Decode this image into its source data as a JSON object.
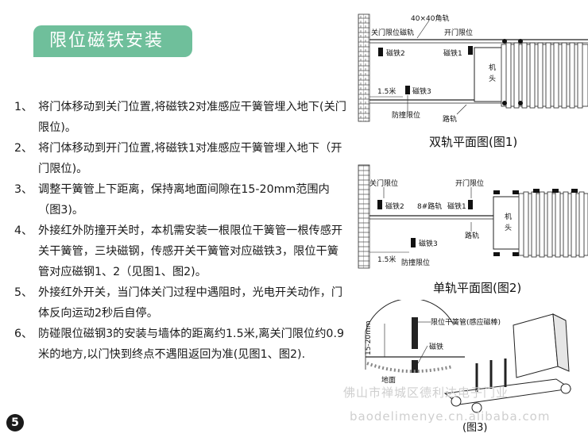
{
  "page": {
    "title": "限位磁铁安装",
    "page_number": "5"
  },
  "steps": [
    {
      "num": "1、",
      "text": "将门体移动到关门位置,将磁铁2对准感应干簧管埋入地下(关门限位)。"
    },
    {
      "num": "2、",
      "text": "将门体移动到开门位置,将磁铁1对准感应干簧管埋入地下（开门限位)。"
    },
    {
      "num": "3、",
      "text": "调整干簧管上下距离，保持离地面间隙在15-20mm范围内（图3)。"
    },
    {
      "num": "4、",
      "text": "外接红外防撞开关时，本机需安装一根限位干簧管一根传感开关干簧管，三块磁钢，传感开关干簧管对应磁铁3，限位干簧管对应磁钢1、2（见图1、图2)。"
    },
    {
      "num": "5、",
      "text": "外接红外开关，当门体关门过程中遇阻时，光电开关动作，门体反向运动2秒后自停。"
    },
    {
      "num": "6、",
      "text": "防碰限位磁钢3的安装与墙体的距离约1.5米,离关门限位约0.9米的地方,以门快到终点不遇阻返回为准(见图1、图2)."
    }
  ],
  "fig1": {
    "caption": "双轨平面图(图1)",
    "angle_rail": "40×40角轨",
    "close_limit_rail": "关门限位磁轨",
    "open_limit": "开门限位",
    "magnet1": "磁铁1",
    "magnet2": "磁铁2",
    "magnet3": "磁铁3",
    "distance": "1.5米",
    "bump_limit": "防撞限位",
    "road_rail": "路轨",
    "machine_head": [
      "机",
      "头"
    ]
  },
  "fig2": {
    "caption": "单轨平面图(图2)",
    "close_limit": "关门限位",
    "open_limit": "开门限位",
    "magnet1": "磁铁1",
    "magnet2": "磁铁2",
    "magnet3": "磁铁3",
    "road_8": "8#路轨",
    "road_rail": "路轨",
    "distance": "1.5米",
    "bump_limit": "防撞限位",
    "machine_head": [
      "机",
      "头"
    ]
  },
  "fig3": {
    "caption": "(图3)",
    "gap": "15-20mm",
    "reed_tube": "限位干簧管(感应磁棒)",
    "magnet": "磁铁",
    "ground": "地面"
  },
  "watermarks": {
    "line1": "佛山市禅城区德利达电子门业",
    "line2": "baodelimenye.cn.alibaba.com"
  },
  "colors": {
    "title_bg": "#6fbf9b",
    "text": "#1a1a1a",
    "watermark": "#cfcfcf"
  }
}
